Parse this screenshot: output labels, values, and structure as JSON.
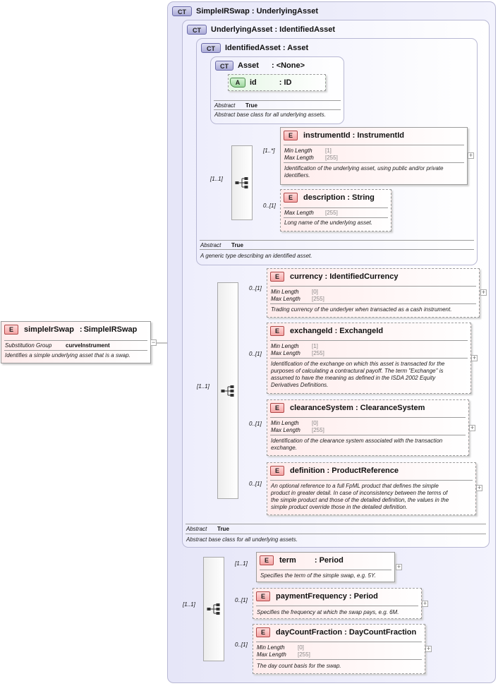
{
  "root": {
    "name": "simpleIrSwap",
    "type": "SimpleIRSwap",
    "facet_label": "Substitution Group",
    "facet_value": "curveInstrument",
    "doc": "Identifies a simple underlying asset that is a swap.",
    "badge": "E"
  },
  "ct_swap": {
    "badge": "CT",
    "title": "SimpleIRSwap : UnderlyingAsset"
  },
  "ct_underlying": {
    "badge": "CT",
    "title": "UnderlyingAsset : IdentifiedAsset",
    "abstract_label": "Abstract",
    "abstract_value": "True",
    "doc": "Abstract base class for all underlying assets."
  },
  "ct_identified": {
    "badge": "CT",
    "title": "IdentifiedAsset : Asset",
    "abstract_label": "Abstract",
    "abstract_value": "True",
    "doc": "A generic type describing an identified asset."
  },
  "ct_asset": {
    "badge": "CT",
    "name": "Asset",
    "type": ": <None>",
    "abstract_label": "Abstract",
    "abstract_value": "True",
    "doc": "Abstract base class for all underlying assets."
  },
  "attr_id": {
    "badge": "A",
    "name": "id",
    "type": ": ID"
  },
  "instrumentId": {
    "badge": "E",
    "title": "instrumentId : InstrumentId",
    "card": "[1..*]",
    "facets": [
      {
        "label": "Min Length",
        "value": "[1]"
      },
      {
        "label": "Max Length",
        "value": "[255]"
      }
    ],
    "doc1": "Identification of the underlying asset, using public and/or private",
    "doc2": "identifiers."
  },
  "seq_identified_card": "[1..1]",
  "description": {
    "badge": "E",
    "title": "description : String",
    "card": "0..[1]",
    "facets": [
      {
        "label": "Max Length",
        "value": "[255]"
      }
    ],
    "doc1": "Long name of the underlying asset."
  },
  "seq_underlying_card": "[1..1]",
  "currency": {
    "badge": "E",
    "title": "currency : IdentifiedCurrency",
    "card": "0..[1]",
    "facets": [
      {
        "label": "Min Length",
        "value": "[0]"
      },
      {
        "label": "Max Length",
        "value": "[255]"
      }
    ],
    "doc1": "Trading currency of the underlyer when transacted as a cash instrument."
  },
  "exchangeId": {
    "badge": "E",
    "title": "exchangeId : ExchangeId",
    "card": "0..[1]",
    "facets": [
      {
        "label": "Min Length",
        "value": "[1]"
      },
      {
        "label": "Max Length",
        "value": "[255]"
      }
    ],
    "doc1": "Identification of the exchange on which this asset is transacted for the",
    "doc2": "purposes of calculating a contractural payoff. The term \"Exchange\" is",
    "doc3": "assumed to have the meaning as defined in the ISDA 2002 Equity",
    "doc4": "Derivatives Definitions."
  },
  "clearanceSystem": {
    "badge": "E",
    "title": "clearanceSystem : ClearanceSystem",
    "card": "0..[1]",
    "facets": [
      {
        "label": "Min Length",
        "value": "[0]"
      },
      {
        "label": "Max Length",
        "value": "[255]"
      }
    ],
    "doc1": "Identification of the clearance system associated with the transaction",
    "doc2": "exchange."
  },
  "definition": {
    "badge": "E",
    "title": "definition : ProductReference",
    "card": "0..[1]",
    "doc1": "An optional reference to a full FpML product that defines the simple",
    "doc2": "product in greater detail. In case of inconsistency between the terms of",
    "doc3": "the simple product and those of the detailed definition, the values in the",
    "doc4": "simple product override those in the detailed definition."
  },
  "seq_swap_card": "[1..1]",
  "term": {
    "badge": "E",
    "name": "term",
    "type": ": Period",
    "card": "[1..1]",
    "doc1": "Specifies the term of the simple swap, e.g. 5Y."
  },
  "paymentFrequency": {
    "badge": "E",
    "title": "paymentFrequency : Period",
    "card": "0..[1]",
    "doc1": "Specifies the frequency at which the swap pays, e.g. 6M."
  },
  "dayCountFraction": {
    "badge": "E",
    "title": "dayCountFraction : DayCountFraction",
    "card": "0..[1]",
    "facets": [
      {
        "label": "Min Length",
        "value": "[0]"
      },
      {
        "label": "Max Length",
        "value": "[255]"
      }
    ],
    "doc1": "The day count basis for the swap."
  },
  "colors": {
    "element_fill": "#ffecec",
    "complex_fill": "#eeeefc",
    "attribute_fill": "#d8f4d8",
    "line": "#888888"
  }
}
